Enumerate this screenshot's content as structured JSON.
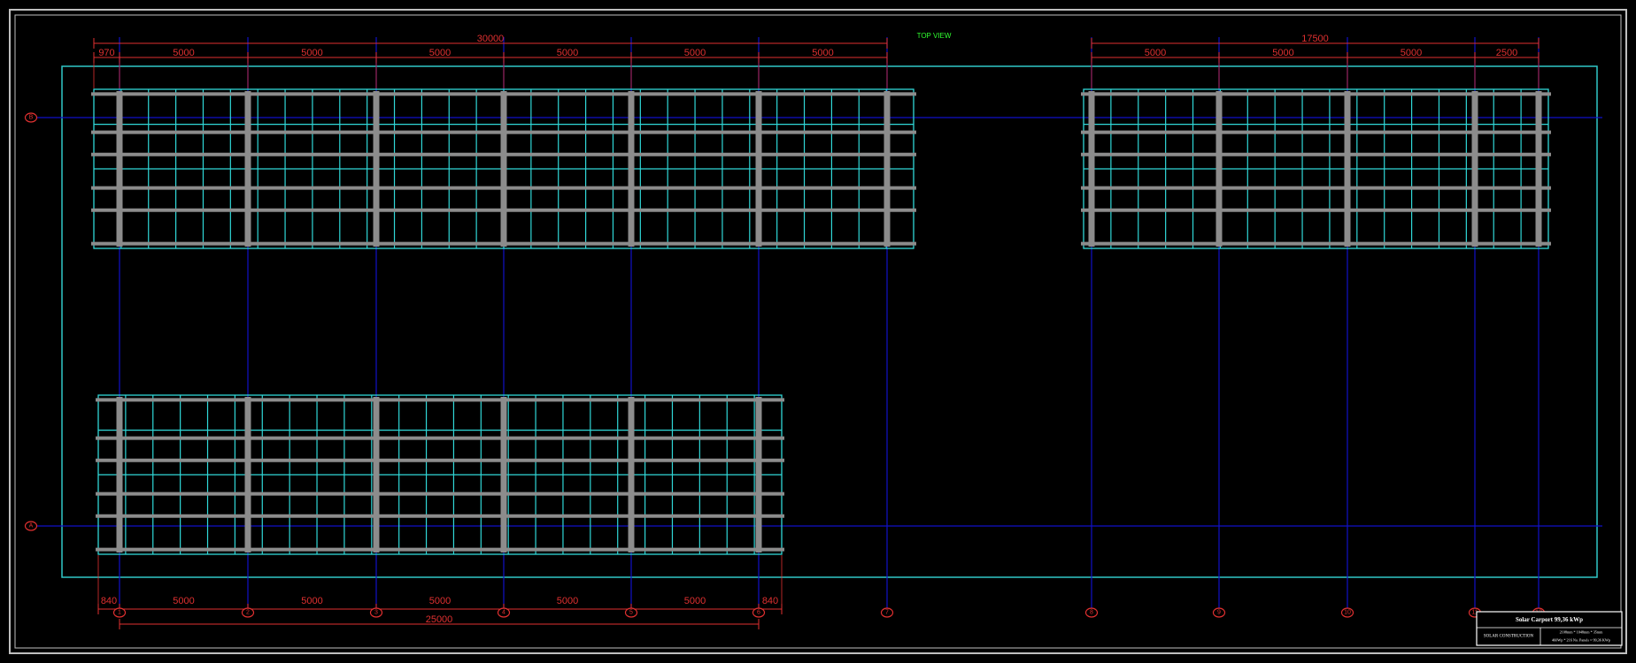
{
  "view_title": "TOP VIEW",
  "colors": {
    "background": "#000000",
    "border": "#bfbfbf",
    "site_outline": "#30c8c8",
    "panel_grid": "#30d8d8",
    "purlin": "#8c8c8c",
    "column": "#8c8c8c",
    "grid_line": "#1010c8",
    "dimension": "#e03030",
    "title_green": "#30ff30"
  },
  "grid_bubbles": {
    "rows": [
      "B",
      "A"
    ],
    "columns_bottom": [
      "1",
      "2",
      "3",
      "4",
      "5",
      "6",
      "7",
      "8",
      "9",
      "10",
      "11",
      "12"
    ]
  },
  "dimensions": {
    "top_left_total": "30000",
    "top_left_segments": [
      "970",
      "5000",
      "5000",
      "5000",
      "5000",
      "5000",
      "5000"
    ],
    "top_right_total": "17500",
    "top_right_segments": [
      "5000",
      "5000",
      "5000",
      "2500"
    ],
    "bottom_segments": [
      "840",
      "5000",
      "5000",
      "5000",
      "5000",
      "5000",
      "840"
    ],
    "bottom_total": "25000"
  },
  "title_block": {
    "project_title": "Solar Carport 99,36 kWp",
    "section_label": "SOLAR CONSTRUCTION",
    "line1": "2108mm * 1048mm * 35mm",
    "line2": "460Wp * 216 No. Panels = 99,36 KWp"
  }
}
